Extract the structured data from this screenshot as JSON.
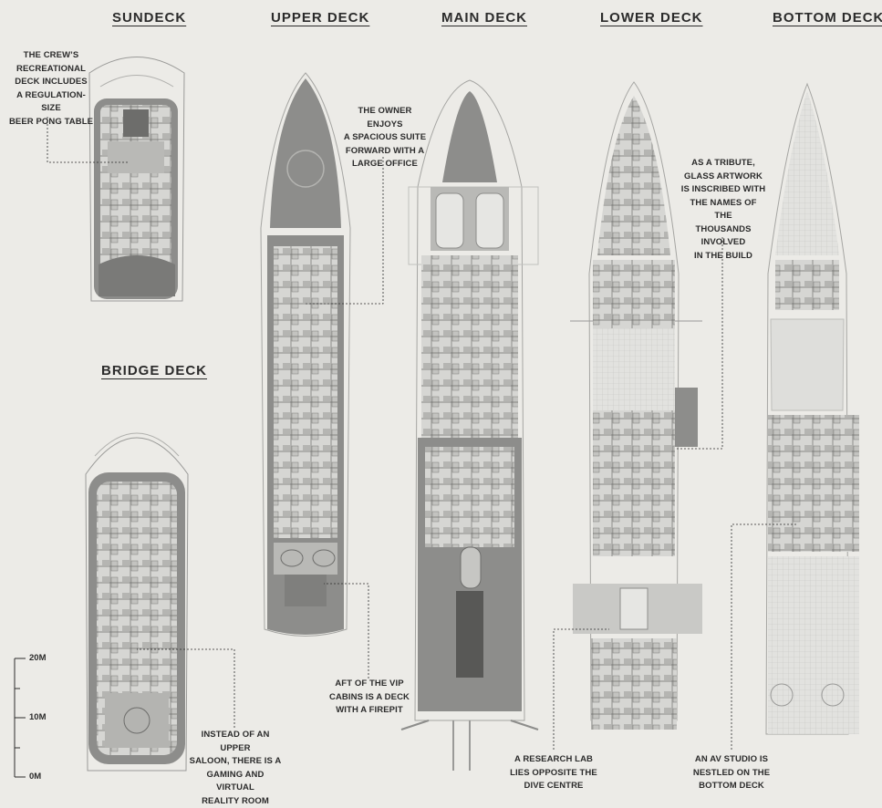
{
  "decks": {
    "sundeck": "SUNDECK",
    "upper": "UPPER DECK",
    "main": "MAIN DECK",
    "lower": "LOWER DECK",
    "bottom": "BOTTOM DECK",
    "bridge": "BRIDGE DECK"
  },
  "notes": {
    "crew_deck": "THE CREW’S\nRECREATIONAL\nDECK INCLUDES\nA REGULATION-SIZE\nBEER PONG TABLE",
    "owner_suite": "THE OWNER ENJOYS\nA SPACIOUS SUITE\nFORWARD WITH A\nLARGE OFFICE",
    "glass_artwork": "AS A TRIBUTE,\nGLASS ARTWORK\nIS INSCRIBED WITH\nTHE NAMES OF THE\nTHOUSANDS INVOLVED\nIN THE BUILD",
    "firepit": "AFT OF THE VIP\nCABINS IS A DECK\nWITH A FIREPIT",
    "gaming_room": "INSTEAD OF AN UPPER\nSALOON, THERE IS A\nGAMING AND VIRTUAL\nREALITY ROOM",
    "research_lab": "A RESEARCH LAB\nLIES OPPOSITE THE\nDIVE CENTRE",
    "av_studio": "AN AV STUDIO IS\nNESTLED ON THE\nBOTTOM DECK"
  },
  "scale": {
    "top": "20M",
    "mid": "10M",
    "bottom": "0M"
  },
  "colors": {
    "background": "#ecebe7",
    "hull_outline": "#9a9a98",
    "deck_fill": "#8d8d8b",
    "interior": "#d9d9d6",
    "text": "#2b2b2b"
  }
}
